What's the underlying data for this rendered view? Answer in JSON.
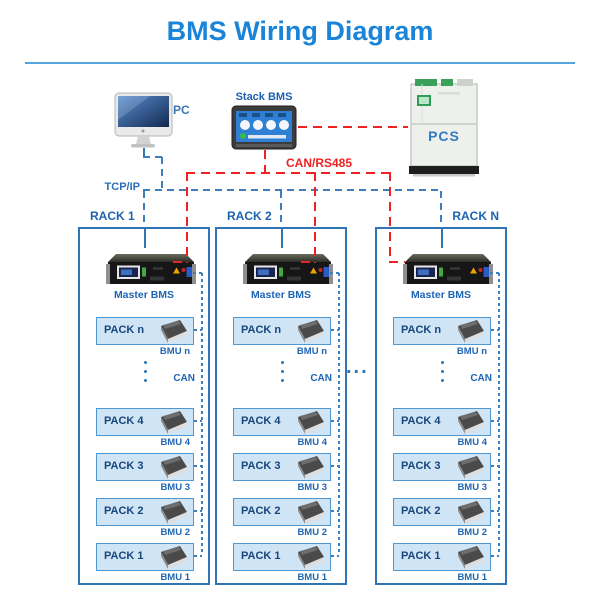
{
  "title": "BMS Wiring Diagram",
  "devices": {
    "pc": {
      "label": "PC"
    },
    "stack_bms": {
      "label": "Stack BMS"
    },
    "pcs": {
      "label": "PCS"
    }
  },
  "buses": {
    "tcpip": {
      "label": "TCP/IP",
      "color": "#2e75b6"
    },
    "can_rs485": {
      "label": "CAN/RS485",
      "color": "#ee2222"
    }
  },
  "rack_ellipsis": "...",
  "colors": {
    "title_blue": "#1984d8",
    "rack_border": "#2e75b6",
    "pack_fill": "#cfe5f6",
    "pack_border": "#4f97d0",
    "pack_text": "#17457c",
    "label_blue": "#2065b4",
    "red_bus": "#ee2222"
  },
  "racks": [
    {
      "name": "RACK 1",
      "master_bms_label": "Master BMS",
      "can_label": "CAN",
      "packs": [
        {
          "pack": "PACK n",
          "bmu": "BMU n"
        },
        {
          "pack": "PACK 4",
          "bmu": "BMU 4"
        },
        {
          "pack": "PACK 3",
          "bmu": "BMU 3"
        },
        {
          "pack": "PACK 2",
          "bmu": "BMU 2"
        },
        {
          "pack": "PACK 1",
          "bmu": "BMU 1"
        }
      ]
    },
    {
      "name": "RACK 2",
      "master_bms_label": "Master BMS",
      "can_label": "CAN",
      "packs": [
        {
          "pack": "PACK n",
          "bmu": "BMU n"
        },
        {
          "pack": "PACK 4",
          "bmu": "BMU 4"
        },
        {
          "pack": "PACK 3",
          "bmu": "BMU 3"
        },
        {
          "pack": "PACK 2",
          "bmu": "BMU 2"
        },
        {
          "pack": "PACK 1",
          "bmu": "BMU 1"
        }
      ]
    },
    {
      "name": "RACK N",
      "master_bms_label": "Master BMS",
      "can_label": "CAN",
      "packs": [
        {
          "pack": "PACK n",
          "bmu": "BMU n"
        },
        {
          "pack": "PACK 4",
          "bmu": "BMU 4"
        },
        {
          "pack": "PACK 3",
          "bmu": "BMU 3"
        },
        {
          "pack": "PACK 2",
          "bmu": "BMU 2"
        },
        {
          "pack": "PACK 1",
          "bmu": "BMU 1"
        }
      ]
    }
  ]
}
